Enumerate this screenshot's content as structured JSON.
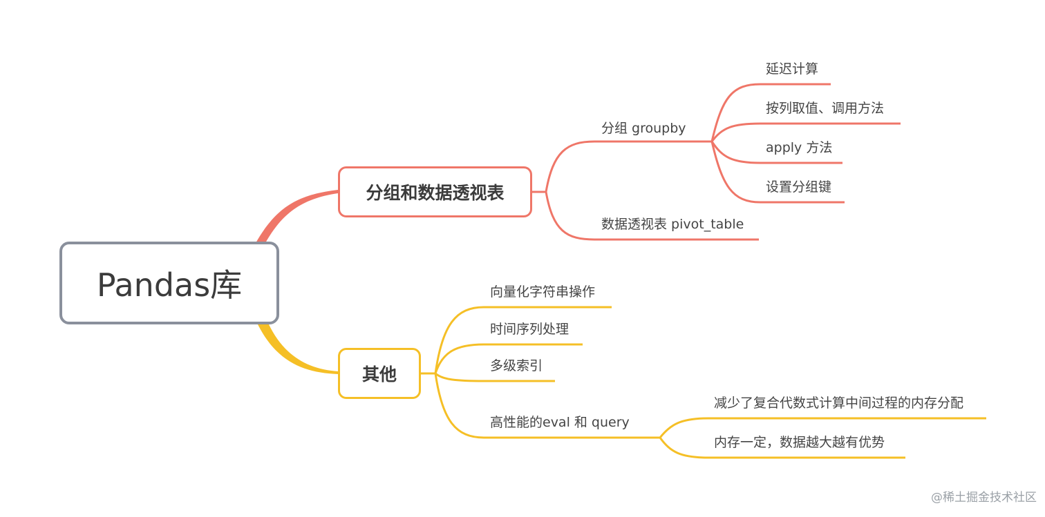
{
  "root": {
    "label": "Pandas库"
  },
  "branches": [
    {
      "label": "分组和数据透视表",
      "color": "#ef7668",
      "children": [
        {
          "label": "分组 groupby",
          "children": [
            {
              "label": "延迟计算"
            },
            {
              "label": "按列取值、调用方法"
            },
            {
              "label": "apply 方法"
            },
            {
              "label": "设置分组键"
            }
          ]
        },
        {
          "label": "数据透视表  pivot_table"
        }
      ]
    },
    {
      "label": "其他",
      "color": "#f5bf26",
      "children": [
        {
          "label": "向量化字符串操作"
        },
        {
          "label": "时间序列处理"
        },
        {
          "label": "多级索引"
        },
        {
          "label": "高性能的eval 和  query",
          "children": [
            {
              "label": "减少了复合代数式计算中间过程的内存分配"
            },
            {
              "label": "内存一定，数据越大越有优势"
            }
          ]
        }
      ]
    }
  ],
  "watermark": "@稀土掘金技术社区"
}
